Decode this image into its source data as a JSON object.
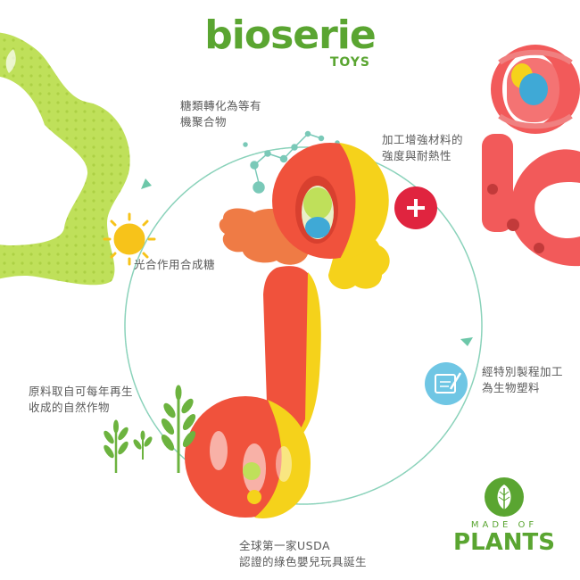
{
  "brand": {
    "name": "bioserie",
    "sub": "TOYS",
    "color": "#5aa531"
  },
  "labels": {
    "sugar": [
      "糖類轉化為等有",
      "機聚合物"
    ],
    "process": [
      "加工增強材料的",
      "強度與耐熱性"
    ],
    "photosynthesis": [
      "光合作用合成糖"
    ],
    "raw": [
      "原料取自可每年再生",
      "收成的自然作物"
    ],
    "special": [
      "經特別製程加工",
      "為生物塑料"
    ],
    "usda": [
      "全球第一家USDA",
      "認證的綠色嬰兒玩具誕生"
    ]
  },
  "badge": {
    "made_of": "MADE OF",
    "plants": "PLANTS"
  },
  "colors": {
    "green": "#5aa531",
    "orange_red": "#f0523c",
    "yellow": "#f5d21b",
    "lime": "#bfe05a",
    "coral": "#f25a5a",
    "cyan": "#6fc6e4",
    "plus_red": "#e0243f",
    "cycle_line": "#6dc7a9"
  },
  "icons": {
    "sun": "sun-icon",
    "plus": "plus-icon",
    "process": "tablet-pen-icon",
    "leaf": "leaf-icon",
    "molecule": "molecule-icon",
    "sprouts": "sprout-icon"
  }
}
